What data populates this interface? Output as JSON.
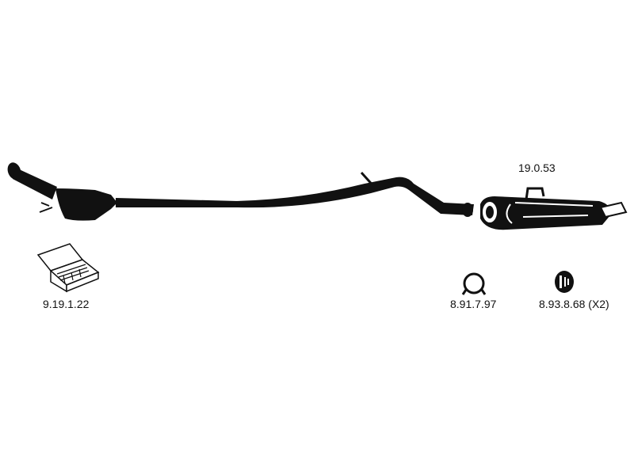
{
  "diagram": {
    "parts": [
      {
        "name": "front-pipe-catalytic-converter",
        "label": ""
      },
      {
        "name": "middle-pipe",
        "label": ""
      },
      {
        "name": "rear-silencer",
        "label": "19.0.53"
      },
      {
        "name": "mounting-kit",
        "label": "9.19.1.22"
      },
      {
        "name": "clamp",
        "label": "8.91.7.97"
      },
      {
        "name": "rubber-hanger",
        "label": "8.93.8.68 (X2)"
      }
    ]
  },
  "colors": {
    "line_art": "#111111",
    "background": "#ffffff"
  },
  "icons": [
    "mounting-kit-icon",
    "clamp-icon",
    "rubber-hanger-icon"
  ]
}
